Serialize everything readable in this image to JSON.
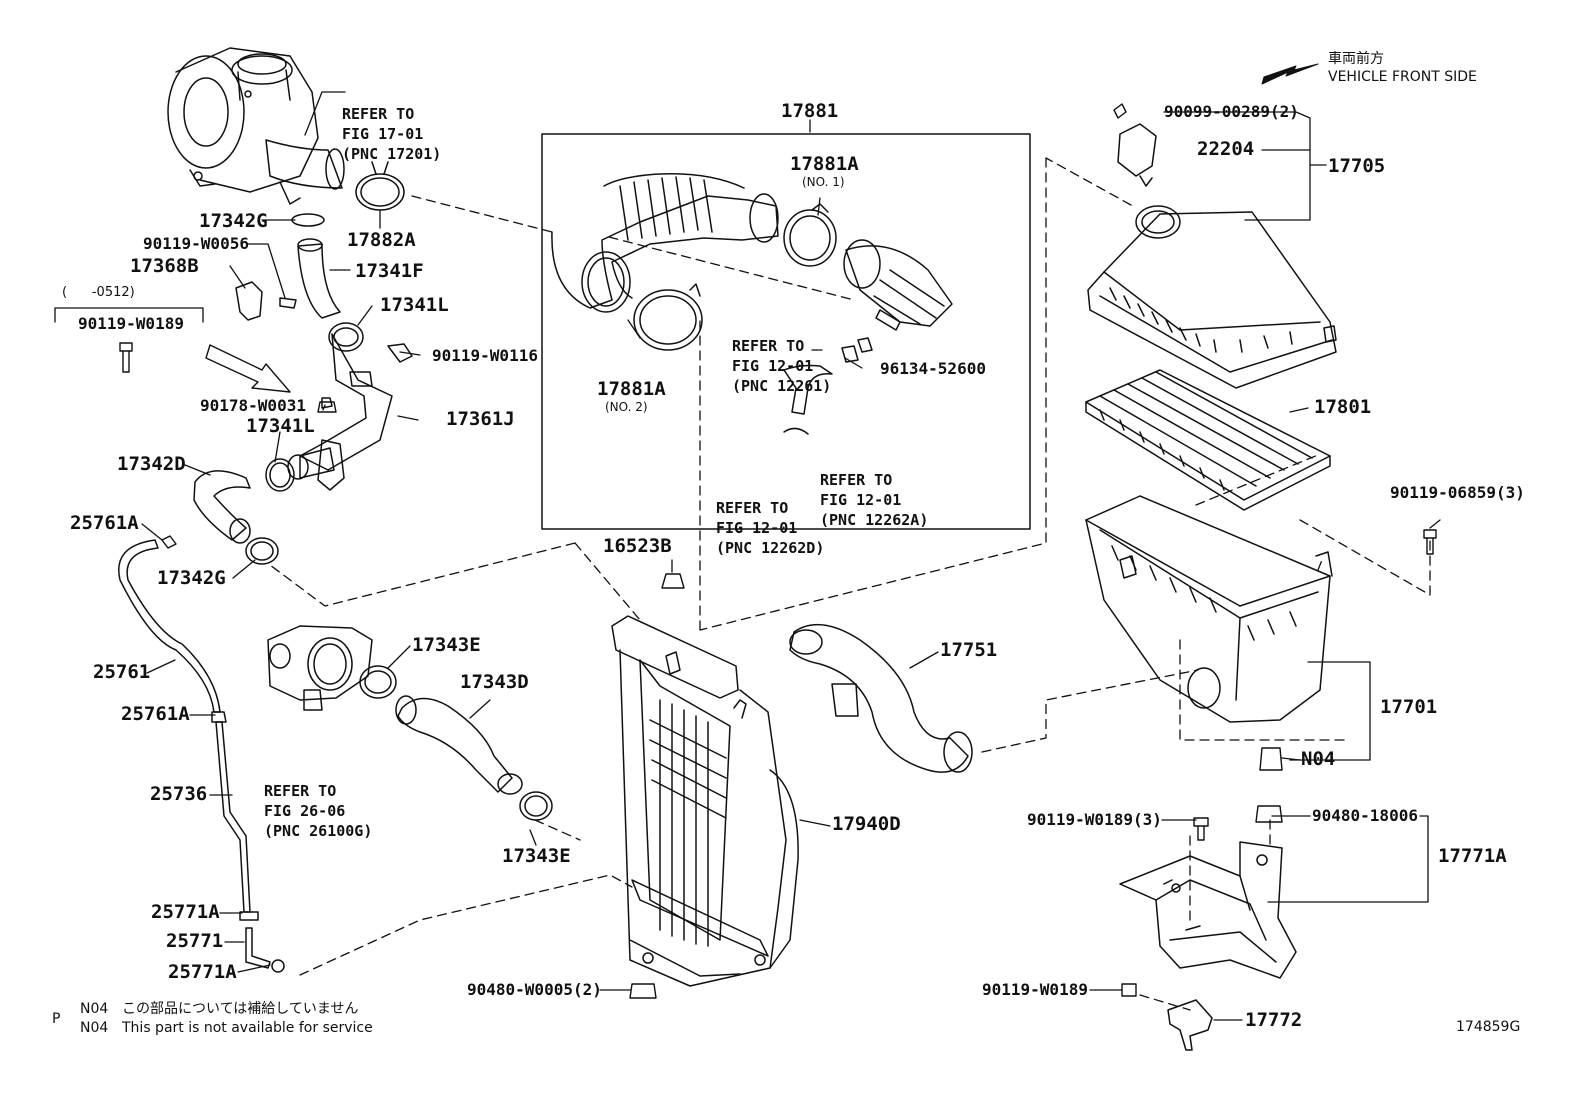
{
  "front": {
    "jp": "車両前方",
    "en": "VEHICLE FRONT SIDE"
  },
  "labels": {
    "p17881": "17881",
    "p17881A_1": "17881A",
    "no1": "(NO. 1)",
    "p17881A_2": "17881A",
    "no2": "(NO. 2)",
    "p17882A": "17882A",
    "p17342G_top": "17342G",
    "p90119_W0056": "90119-W0056",
    "p17368B": "17368B",
    "p17341F": "17341F",
    "p17341L_top": "17341L",
    "p90119_W0116": "90119-W0116",
    "p90178_W0031": "90178-W0031",
    "p17341L_mid": "17341L",
    "p17361J": "17361J",
    "p17342D": "17342D",
    "p25761A_top": "25761A",
    "p17342G_bot": "17342G",
    "p25761": "25761",
    "p25761A_mid": "25761A",
    "p25736": "25736",
    "p25771A_top": "25771A",
    "p25771": "25771",
    "p25771A_bot": "25771A",
    "p16523B": "16523B",
    "p17343E_top": "17343E",
    "p17343D": "17343D",
    "p17343E_bot": "17343E",
    "p17751": "17751",
    "p17940D": "17940D",
    "p90480_W0005": "90480-W0005(2)",
    "p96134_52600": "96134-52600",
    "p90099_00289": "90099-00289(2)",
    "p22204": "22204",
    "p17705": "17705",
    "p17801": "17801",
    "p90119_06859": "90119-06859(3)",
    "p17701": "17701",
    "pN04": "N04",
    "p90119_W0189_3": "90119-W0189(3)",
    "p90480_18006": "90480-18006",
    "p17771A": "17771A",
    "p90119_W0189_bot": "90119-W0189",
    "p17772": "17772",
    "box_range": "(      -0512)",
    "box_part": "90119-W0189",
    "fig_id": "174859G"
  },
  "refs": {
    "turbo": [
      "REFER TO",
      "FIG 17-01",
      "(PNC 17201)"
    ],
    "r12261": [
      "REFER TO",
      "FIG 12-01",
      "(PNC 12261)"
    ],
    "r12262A": [
      "REFER TO",
      "FIG 12-01",
      "(PNC 12262A)"
    ],
    "r12262D": [
      "REFER TO",
      "FIG 12-01",
      "(PNC 12262D)"
    ],
    "r26100G": [
      "REFER TO",
      "FIG 26-06",
      "(PNC 26100G)"
    ]
  },
  "notes": {
    "p": "P",
    "n04_jp_code": "N04",
    "n04_jp_text": "この部品については補給していません",
    "n04_en_code": "N04",
    "n04_en_text": "This part is not available for service"
  }
}
